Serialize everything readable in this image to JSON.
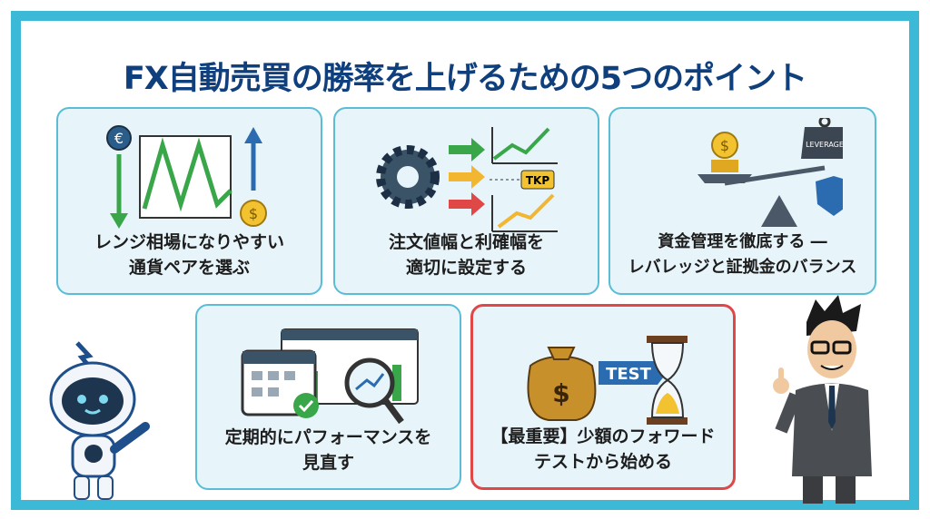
{
  "title": "FX自動売買の勝率を上げるための5つのポイント",
  "colors": {
    "frame": "#3db9d8",
    "title": "#0f3f7c",
    "card_bg": "#e7f4fa",
    "card_border": "#5bbcd6",
    "highlight_border": "#e04848"
  },
  "points": [
    {
      "line1": "レンジ相場になりやすい",
      "line2": "通貨ペアを選ぶ",
      "icon": "range-chart-currency-icon"
    },
    {
      "line1": "注文値幅と利確幅を",
      "line2": "適切に設定する",
      "icon": "gear-arrows-chart-icon",
      "icon_text": "TKP"
    },
    {
      "line1": "資金管理を徹底する ―",
      "line2": "レバレッジと証拠金のバランス",
      "icon": "balance-scale-icon",
      "icon_text": "LEVERAGE"
    },
    {
      "line1": "定期的にパフォーマンスを",
      "line2": "見直す",
      "icon": "calendar-analytics-icon"
    },
    {
      "line1": "【最重要】少額のフォワード",
      "line2": "テストから始める",
      "icon": "moneybag-hourglass-icon",
      "icon_text": "TEST"
    }
  ]
}
